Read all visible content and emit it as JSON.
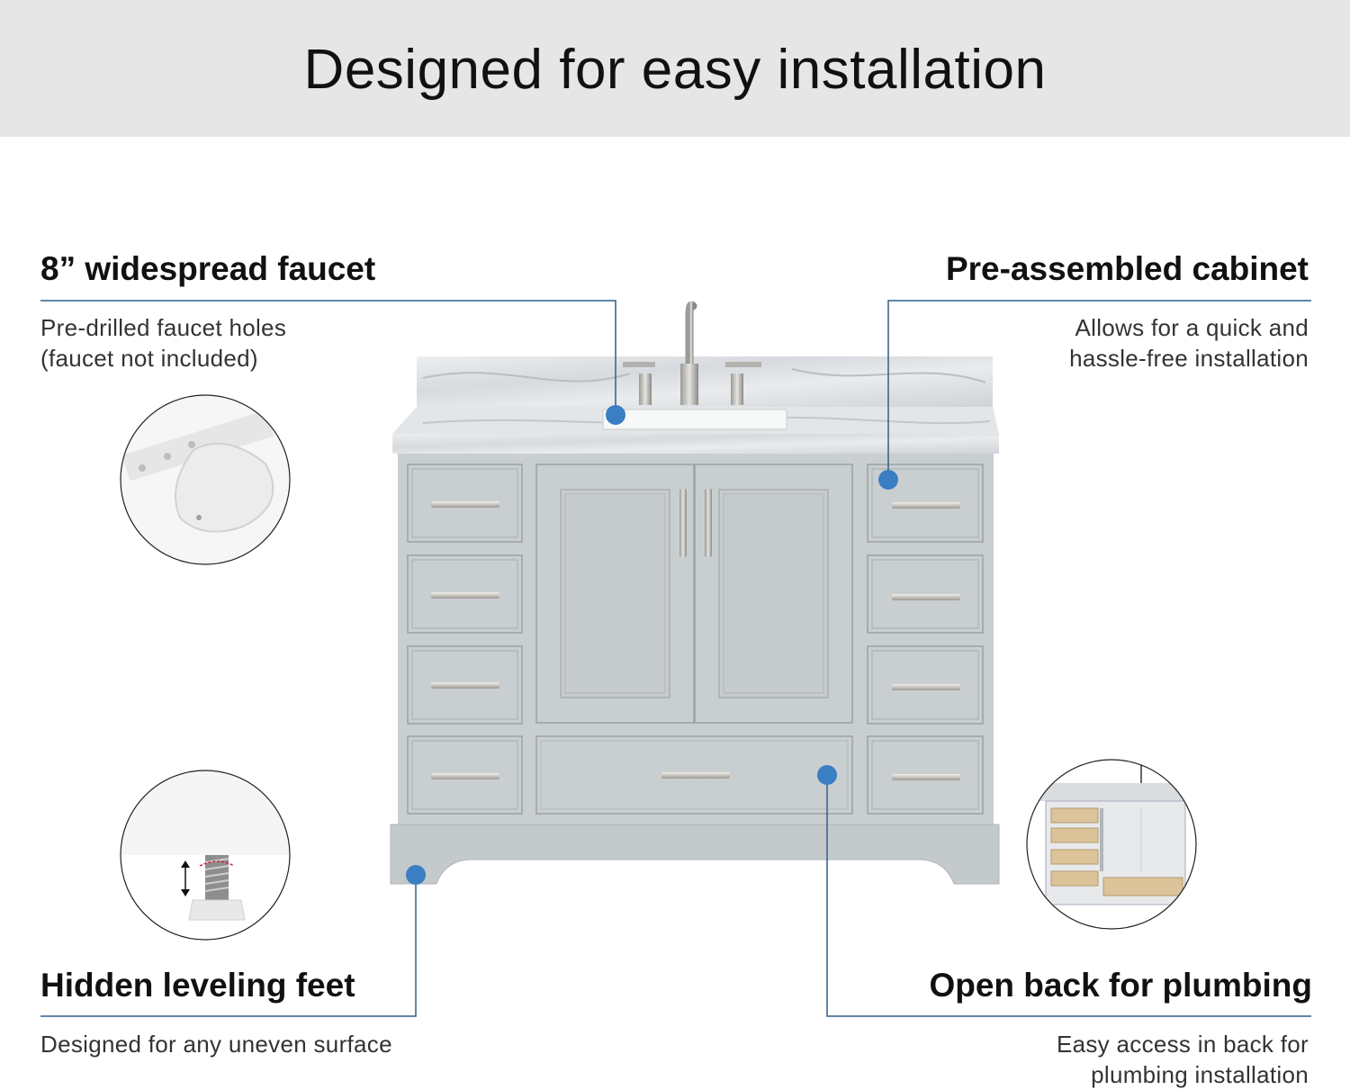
{
  "header": {
    "title": "Designed for easy installation"
  },
  "features": {
    "faucet": {
      "title": "8” widespread faucet",
      "desc_line1": "Pre-drilled faucet holes",
      "desc_line2": "(faucet not included)"
    },
    "cabinet": {
      "title": "Pre-assembled cabinet",
      "desc_line1": "Allows for  a quick and",
      "desc_line2": "hassle-free installation"
    },
    "feet": {
      "title": "Hidden leveling feet",
      "desc_line1": "Designed for any uneven surface"
    },
    "plumbing": {
      "title": "Open back for plumbing",
      "desc_line1": "Easy access in back for",
      "desc_line2": "plumbing installation"
    }
  },
  "colors": {
    "banner": "#e6e6e6",
    "callout_dot": "#3a7fc4",
    "callout_line": "#2f5f8a",
    "cabinet_body": "#c9ced1",
    "marble": "#e4e6e8",
    "plywood": "#dcc39a"
  }
}
